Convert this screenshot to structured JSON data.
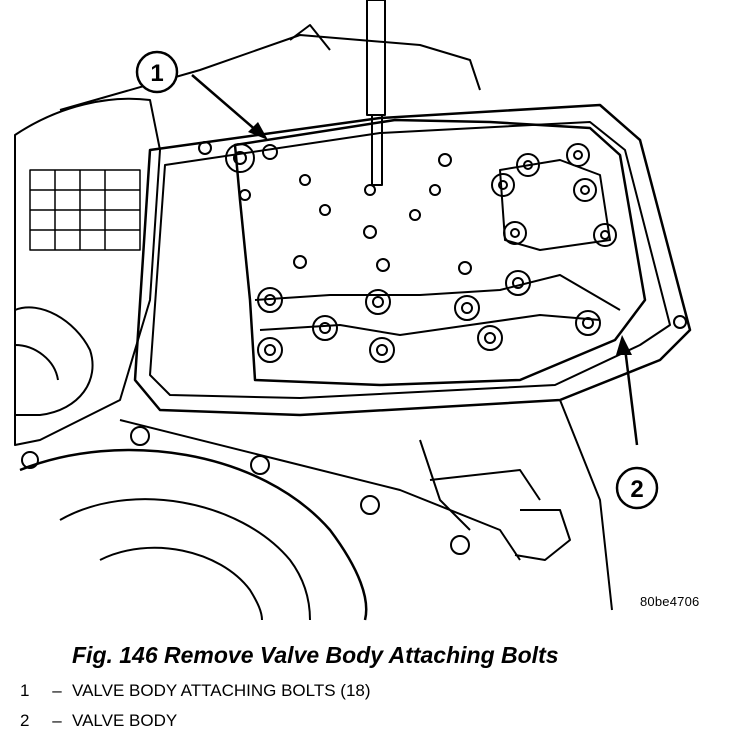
{
  "figure": {
    "callout_1": "1",
    "callout_2": "2",
    "code": "80be4706",
    "caption": "Fig. 146 Remove Valve Body Attaching Bolts"
  },
  "legend": [
    {
      "num": "1",
      "dash": "–",
      "text": "VALVE BODY ATTACHING BOLTS (18)"
    },
    {
      "num": "2",
      "dash": "–",
      "text": "VALVE BODY"
    }
  ]
}
